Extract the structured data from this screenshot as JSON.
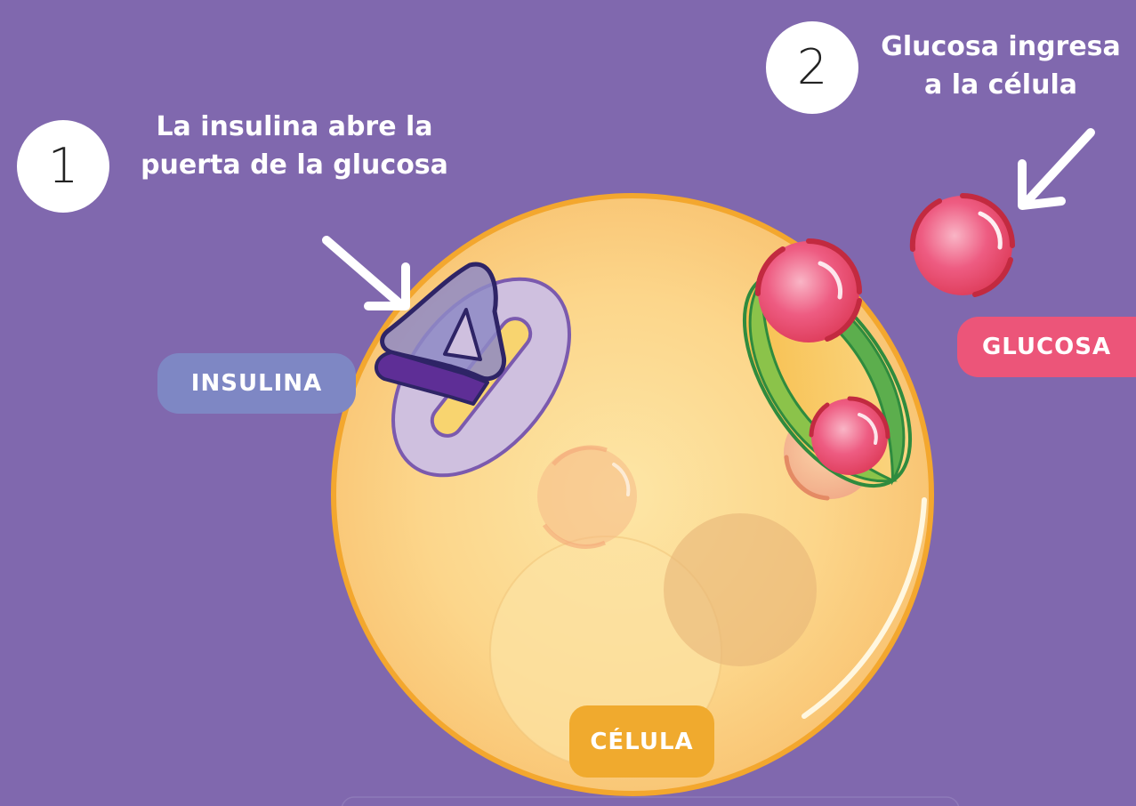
{
  "colors": {
    "background": "#8068AE",
    "cell_fill": "#FCD98E",
    "cell_border": "#F3A72E",
    "insulin_pill": "#7E87C4",
    "glucose_pill": "#EC5579",
    "cell_pill": "#F0AA2E",
    "glucose_red": "#D8304A",
    "channel_green": "#5CAE4D"
  },
  "steps": [
    {
      "number": "1",
      "caption_line1": "La insulina abre la",
      "caption_line2": "puerta de la  glucosa"
    },
    {
      "number": "2",
      "caption_line1": "Glucosa ingresa",
      "caption_line2": "a la célula"
    }
  ],
  "labels": {
    "insulina": "INSULINA",
    "glucosa": "GLUCOSA",
    "celula": "CÉLULA"
  },
  "icons": {
    "arrow": "arrow-icon",
    "insulin_receptor": "insulin-receptor-icon",
    "glucose_molecule": "glucose-molecule-icon"
  }
}
